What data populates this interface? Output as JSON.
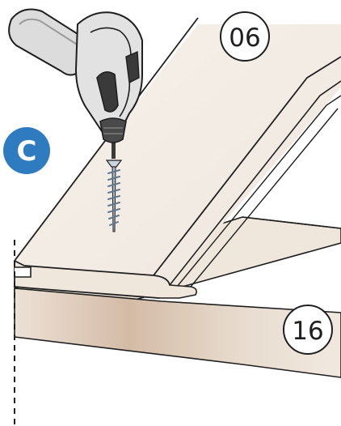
{
  "step": {
    "letter": "C",
    "color": "#2f7bc0"
  },
  "callouts": [
    {
      "id": "top-board",
      "label": "06"
    },
    {
      "id": "joist",
      "label": "16"
    }
  ],
  "colors": {
    "outline": "#1f1f1f",
    "board_face": "#f3ede6",
    "board_edge": "#e6d9cb",
    "joist_top": "#ede4da",
    "joist_side": "#d7c1ae",
    "drill_body": "#dcdcdc",
    "drill_dark": "#3a3a3a",
    "screw": "#8ca3b6"
  },
  "icons": [
    "drill-icon",
    "screw-icon"
  ]
}
